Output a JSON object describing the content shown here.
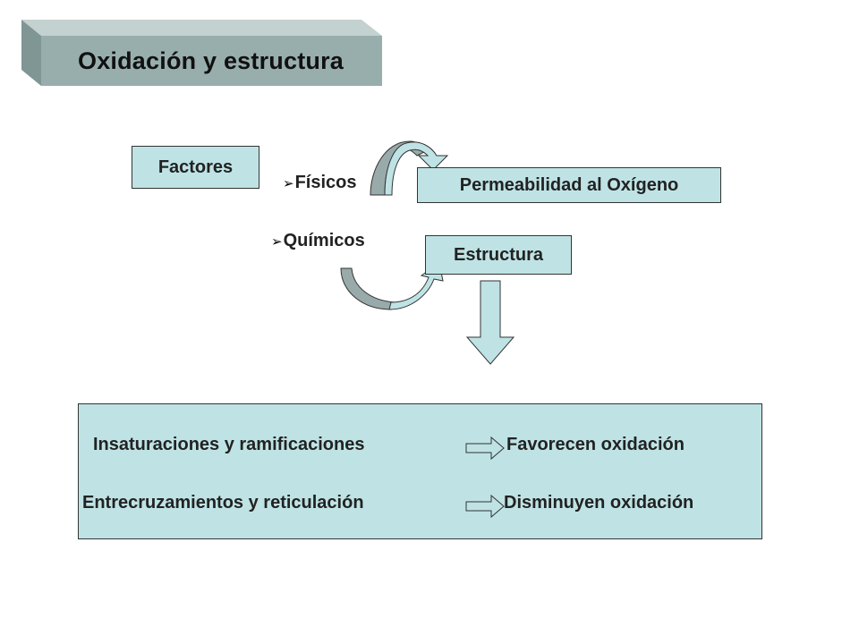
{
  "title": "Oxidación y estructura",
  "factors": {
    "label": "Factores",
    "items": [
      {
        "marker": "➢",
        "label": "Físicos"
      },
      {
        "marker": "➢",
        "label": "Químicos"
      }
    ]
  },
  "effects": {
    "permeability": "Permeabilidad al Oxígeno",
    "structure": "Estructura"
  },
  "results": [
    {
      "cause": "Insaturaciones y ramificaciones",
      "effect": "Favorecen oxidación"
    },
    {
      "cause": "Entrecruzamientos y reticulación",
      "effect": "Disminuyen oxidación"
    }
  ],
  "colors": {
    "box_fill": "#bfe3e5",
    "title_front": "#98aead",
    "title_top": "#c3d1d0",
    "title_side": "#7f9695",
    "arrow_fill": "#bfe3e5",
    "curve_dark": "#98aaa9"
  }
}
